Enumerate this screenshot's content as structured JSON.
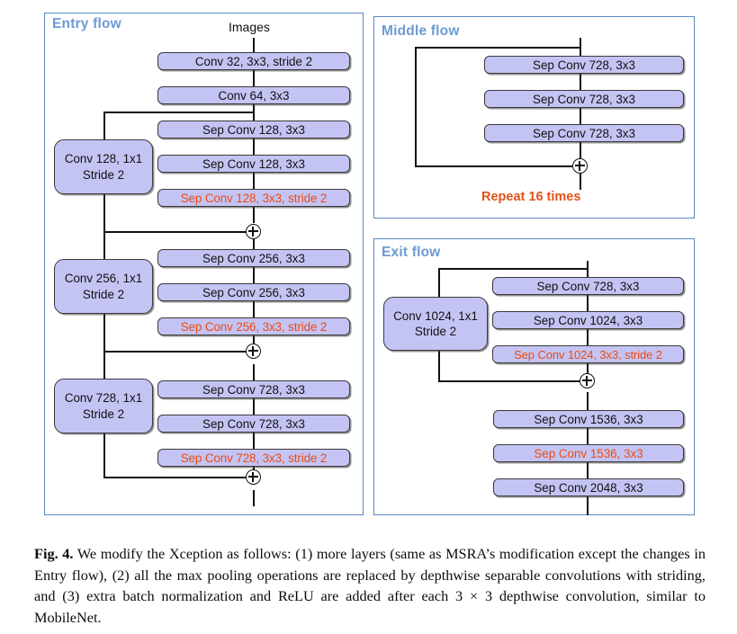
{
  "figure": {
    "panels": [
      {
        "id": "entry",
        "title": "Entry  flow"
      },
      {
        "id": "middle",
        "title": "Middle  flow"
      },
      {
        "id": "exit",
        "title": "Exit  flow"
      }
    ],
    "entry_flow": {
      "input_label": "Images",
      "blocks": [
        {
          "label": "Conv 32, 3x3, stride 2",
          "color": "black"
        },
        {
          "label": "Conv 64, 3x3",
          "color": "black"
        },
        {
          "label": "Sep Conv 128, 3x3",
          "color": "black"
        },
        {
          "label": "Sep Conv 128, 3x3",
          "color": "black"
        },
        {
          "label": "Sep Conv 128, 3x3, stride 2",
          "color": "red"
        },
        {
          "label": "Sep Conv 256, 3x3",
          "color": "black"
        },
        {
          "label": "Sep Conv 256, 3x3",
          "color": "black"
        },
        {
          "label": "Sep Conv 256, 3x3, stride 2",
          "color": "red"
        },
        {
          "label": "Sep Conv 728, 3x3",
          "color": "black"
        },
        {
          "label": "Sep Conv 728, 3x3",
          "color": "black"
        },
        {
          "label": "Sep Conv 728, 3x3, stride 2",
          "color": "red"
        }
      ],
      "shortcuts": [
        {
          "line1": "Conv 128, 1x1",
          "line2": "Stride 2"
        },
        {
          "line1": "Conv 256, 1x1",
          "line2": "Stride 2"
        },
        {
          "line1": "Conv 728, 1x1",
          "line2": "Stride 2"
        }
      ],
      "sum_nodes": 3
    },
    "middle_flow": {
      "blocks": [
        {
          "label": "Sep Conv 728, 3x3",
          "color": "black"
        },
        {
          "label": "Sep Conv 728, 3x3",
          "color": "black"
        },
        {
          "label": "Sep Conv 728, 3x3",
          "color": "black"
        }
      ],
      "repeat_label": "Repeat 16 times",
      "sum_nodes": 1
    },
    "exit_flow": {
      "blocks": [
        {
          "label": "Sep Conv 728, 3x3",
          "color": "black"
        },
        {
          "label": "Sep Conv 1024, 3x3",
          "color": "black"
        },
        {
          "label": "Sep Conv 1024, 3x3, stride 2",
          "color": "red"
        },
        {
          "label": "Sep Conv 1536, 3x3",
          "color": "black"
        },
        {
          "label": "Sep Conv 1536, 3x3",
          "color": "red"
        },
        {
          "label": "Sep Conv 2048, 3x3",
          "color": "black"
        }
      ],
      "shortcuts": [
        {
          "line1": "Conv 1024, 1x1",
          "line2": "Stride 2"
        }
      ],
      "sum_nodes": 1
    },
    "colors": {
      "box_fill": "#c4c4f4",
      "box_border": "#3a3a3a",
      "panel_border": "#5b89c4",
      "panel_title": "#6d9ad4",
      "highlight_red": "#ed4b12",
      "repeat_orange": "#e2511a",
      "line": "#111111"
    }
  },
  "caption": {
    "figure_number": "Fig. 4.",
    "text": " We modify the Xception as follows: (1) more layers (same as MSRA’s modification except the changes in Entry flow), (2) all the max pooling operations are replaced by depthwise separable convolutions with striding, and (3) extra batch normalization and ReLU are added after each 3 × 3 depthwise convolution, similar to MobileNet."
  }
}
